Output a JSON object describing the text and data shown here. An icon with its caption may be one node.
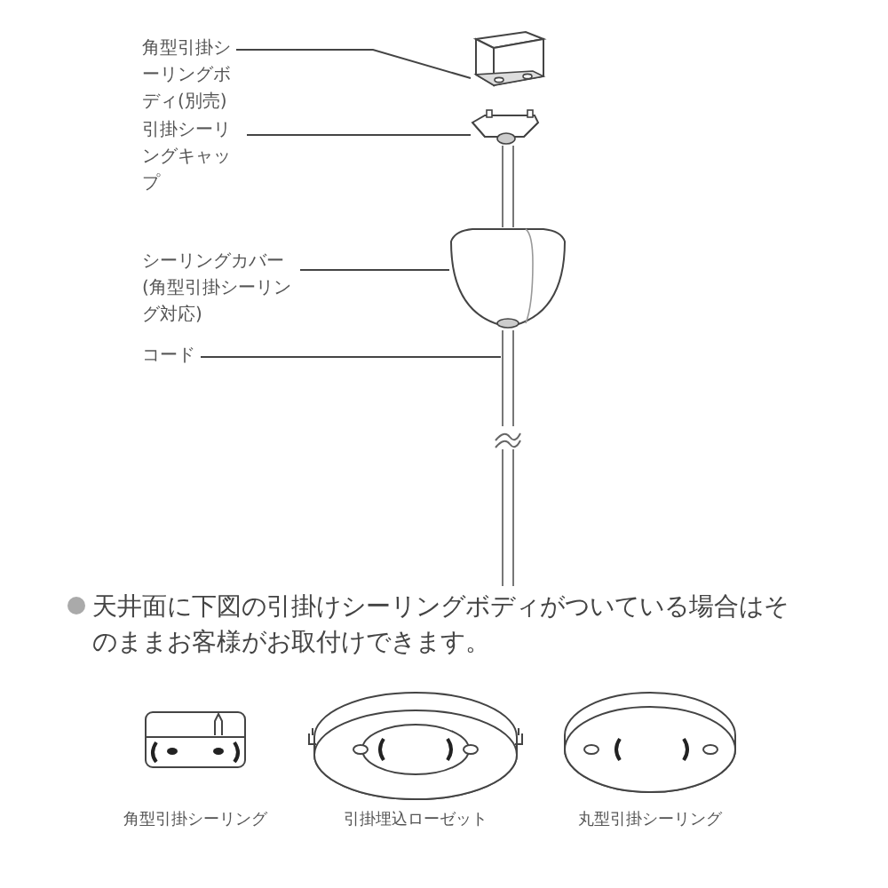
{
  "diagram": {
    "nodes": [
      {
        "text": [
          "角型引掛シーリングボディ(別売)"
        ]
      },
      {
        "text": [],
        "shape": "box"
      },
      {
        "text": [
          "引掛シーリングキャップ"
        ]
      },
      {
        "text": [],
        "shape": "box"
      },
      {
        "text": [
          "シーリングカバー(角型引掛シーリング対応)"
        ]
      },
      {
        "text": [],
        "shape": "dome"
      },
      {
        "text": [
          "コード"
        ]
      },
      {
        "text": [],
        "shape": "cord"
      }
    ],
    "edges": [
      {
        "from": 0,
        "to": 1,
        "arrow": "none"
      },
      {
        "from": 2,
        "to": 3,
        "arrow": "none"
      },
      {
        "from": 4,
        "to": 5,
        "arrow": "none"
      },
      {
        "from": 6,
        "to": 7,
        "arrow": "none"
      }
    ],
    "labels": [
      "天井面に下図の引掛けシーリングボディがついている場合はそのままお客様がお取付けできます。",
      "角型引掛シーリング",
      "引掛埋込ローゼット",
      "丸型引掛シーリング"
    ]
  }
}
